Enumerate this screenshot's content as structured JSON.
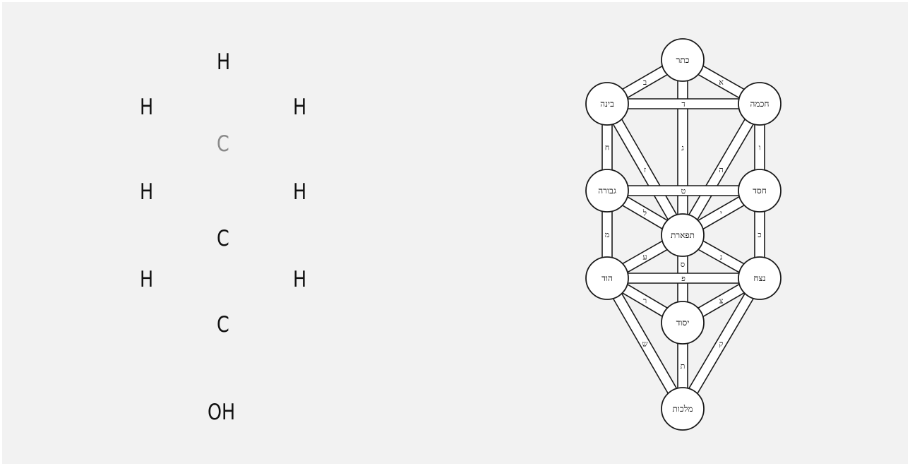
{
  "molecule": {
    "atoms": [
      {
        "label": "H",
        "dim": false
      },
      {
        "label": "H",
        "dim": false
      },
      {
        "label": "H",
        "dim": false
      },
      {
        "label": "C",
        "dim": true
      },
      {
        "label": "H",
        "dim": false
      },
      {
        "label": "H",
        "dim": false
      },
      {
        "label": "C",
        "dim": false
      },
      {
        "label": "H",
        "dim": false
      },
      {
        "label": "H",
        "dim": false
      },
      {
        "label": "C",
        "dim": false
      },
      {
        "label": "OH",
        "dim": false
      }
    ]
  },
  "tree_of_life": {
    "sefirot": [
      {
        "id": "keter",
        "label": "כתר"
      },
      {
        "id": "chokhmah",
        "label": "חכמה"
      },
      {
        "id": "binah",
        "label": "בינה"
      },
      {
        "id": "chesed",
        "label": "חסד"
      },
      {
        "id": "gevurah",
        "label": "גבורה"
      },
      {
        "id": "tiferet",
        "label": "תפארת"
      },
      {
        "id": "netzach",
        "label": "נצח"
      },
      {
        "id": "hod",
        "label": "הוד"
      },
      {
        "id": "yesod",
        "label": "יסוד"
      },
      {
        "id": "malkhut",
        "label": "מלכות"
      }
    ],
    "paths": [
      {
        "from": "keter",
        "to": "chokhmah",
        "letter": "א"
      },
      {
        "from": "keter",
        "to": "binah",
        "letter": "ב"
      },
      {
        "from": "keter",
        "to": "tiferet",
        "letter": "ג"
      },
      {
        "from": "chokhmah",
        "to": "binah",
        "letter": "ד"
      },
      {
        "from": "chokhmah",
        "to": "tiferet",
        "letter": "ה"
      },
      {
        "from": "chokhmah",
        "to": "chesed",
        "letter": "ו"
      },
      {
        "from": "binah",
        "to": "tiferet",
        "letter": "ז"
      },
      {
        "from": "binah",
        "to": "gevurah",
        "letter": "ח"
      },
      {
        "from": "chesed",
        "to": "gevurah",
        "letter": "ט"
      },
      {
        "from": "chesed",
        "to": "tiferet",
        "letter": "י"
      },
      {
        "from": "chesed",
        "to": "netzach",
        "letter": "כ"
      },
      {
        "from": "gevurah",
        "to": "tiferet",
        "letter": "ל"
      },
      {
        "from": "gevurah",
        "to": "hod",
        "letter": "מ"
      },
      {
        "from": "tiferet",
        "to": "netzach",
        "letter": "נ"
      },
      {
        "from": "tiferet",
        "to": "yesod",
        "letter": "ס"
      },
      {
        "from": "tiferet",
        "to": "hod",
        "letter": "ע"
      },
      {
        "from": "netzach",
        "to": "hod",
        "letter": "פ"
      },
      {
        "from": "netzach",
        "to": "yesod",
        "letter": "צ"
      },
      {
        "from": "netzach",
        "to": "malkhut",
        "letter": "ק"
      },
      {
        "from": "hod",
        "to": "yesod",
        "letter": "ר"
      },
      {
        "from": "hod",
        "to": "malkhut",
        "letter": "ש"
      },
      {
        "from": "yesod",
        "to": "malkhut",
        "letter": "ת"
      }
    ]
  },
  "colors": {
    "background": "#f2f2f2",
    "ink": "#111111",
    "dim_atom": "#8a8a8a"
  }
}
